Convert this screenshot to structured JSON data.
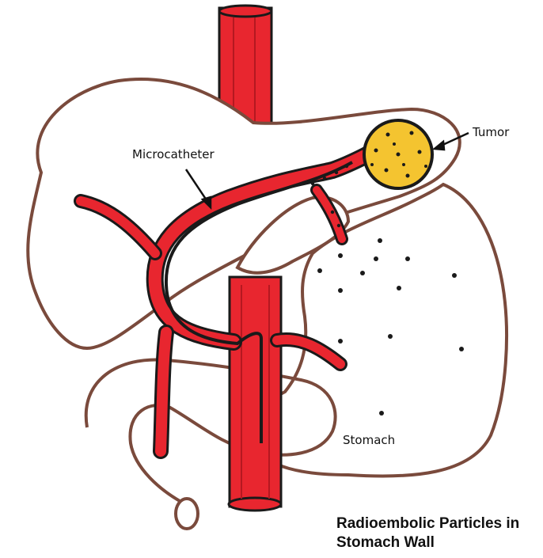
{
  "labels": {
    "tumor": "Tumor",
    "microcatheter": "Microcatheter",
    "stomach": "Stomach"
  },
  "caption": {
    "line1": "Radioembolic Particles in",
    "line2": "Stomach Wall"
  },
  "colors": {
    "outline": "#7a4a3c",
    "vessel": "#e8262f",
    "catheter": "#1a1a1a",
    "tumor": "#f4c430",
    "particle": "#1a1a1a"
  }
}
